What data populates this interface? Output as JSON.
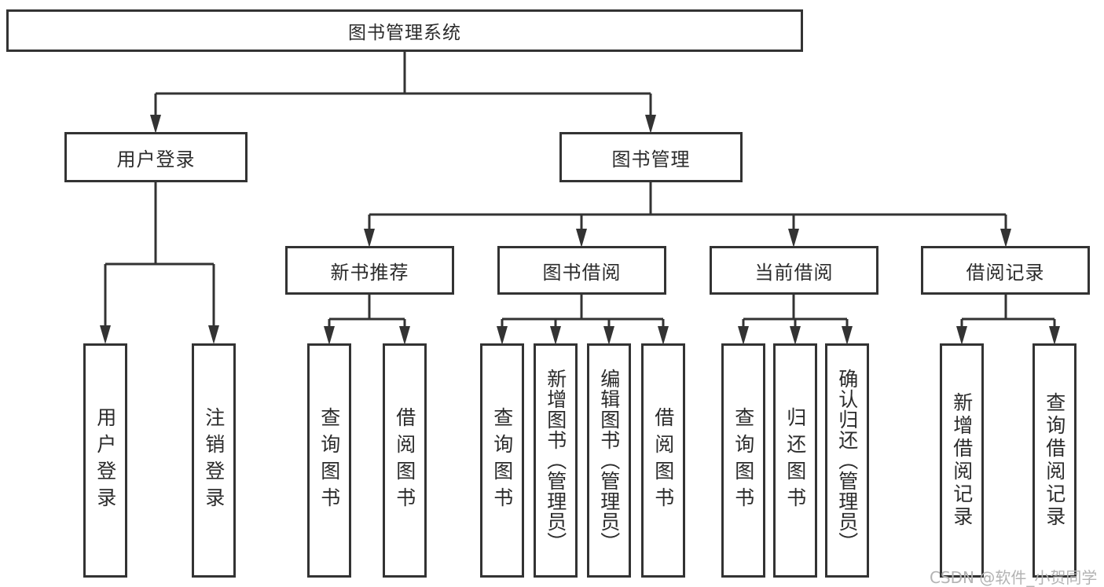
{
  "watermark": "CSDN @软件_小贺同学",
  "colors": {
    "line": "#333333",
    "node_border": "#333333",
    "text": "#2b2b2b",
    "watermark": "#b3b3b3",
    "background": "#ffffff"
  },
  "tree": {
    "label": "图书管理系统",
    "children": [
      {
        "label": "用户登录",
        "children": [
          {
            "label": "用户登录"
          },
          {
            "label": "注销登录"
          }
        ]
      },
      {
        "label": "图书管理",
        "children": [
          {
            "label": "新书推荐",
            "children": [
              {
                "label": "查询图书"
              },
              {
                "label": "借阅图书"
              }
            ]
          },
          {
            "label": "图书借阅",
            "children": [
              {
                "label": "查询图书"
              },
              {
                "label": "新增图书（管理员）"
              },
              {
                "label": "编辑图书（管理员）"
              },
              {
                "label": "借阅图书"
              }
            ]
          },
          {
            "label": "当前借阅",
            "children": [
              {
                "label": "查询图书"
              },
              {
                "label": "归还图书"
              },
              {
                "label": "确认归还（管理员）"
              }
            ]
          },
          {
            "label": "借阅记录",
            "children": [
              {
                "label": "新增借阅记录"
              },
              {
                "label": "查询借阅记录"
              }
            ]
          }
        ]
      }
    ]
  }
}
